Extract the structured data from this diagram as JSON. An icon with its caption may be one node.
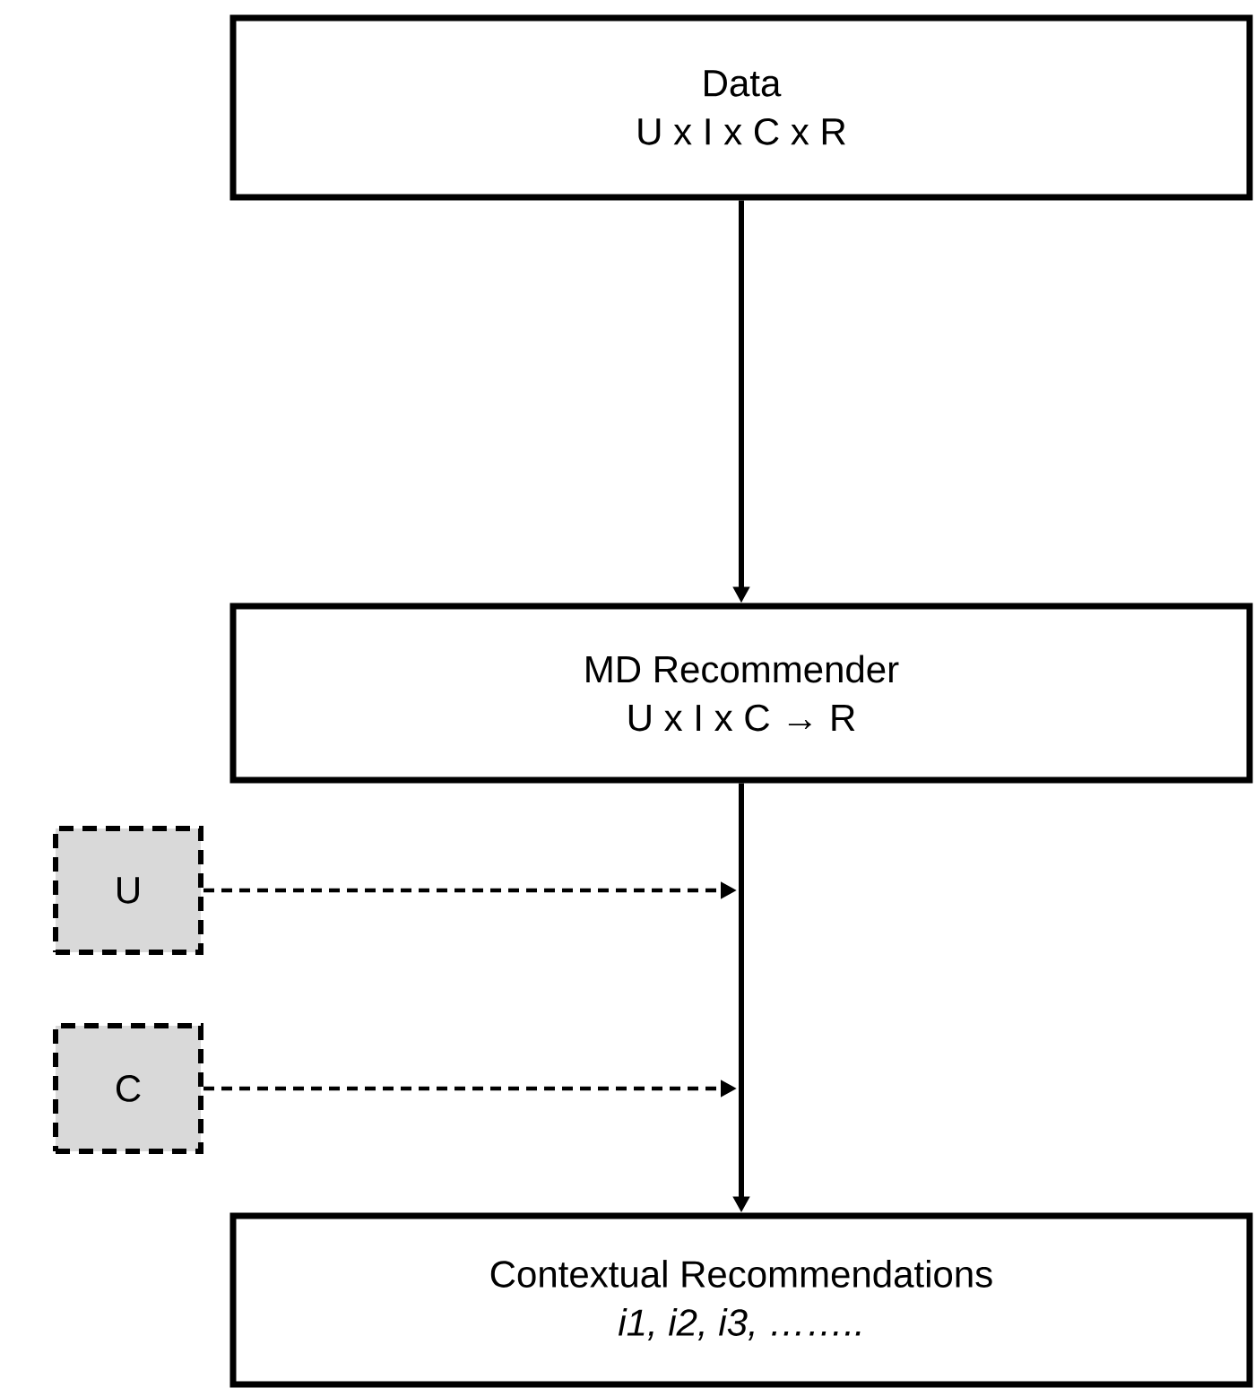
{
  "diagram": {
    "nodes": [
      {
        "text": [
          "Data",
          "U x I x C x R"
        ]
      },
      {
        "text": [
          "MD Recommender",
          "U x I x C → R"
        ]
      },
      {
        "text": [
          "U"
        ]
      },
      {
        "text": [
          "C"
        ]
      },
      {
        "text": [
          "Contextual Recommendations",
          "i1, i2, i3, …….."
        ]
      }
    ],
    "edges": [
      {
        "from": 0,
        "to": 1,
        "arrow": "to"
      },
      {
        "from": 1,
        "to": 4,
        "arrow": "to"
      },
      {
        "from": 2,
        "to": null,
        "arrow": "to",
        "style": "dashed"
      },
      {
        "from": 3,
        "to": null,
        "arrow": "to",
        "style": "dashed"
      }
    ]
  }
}
